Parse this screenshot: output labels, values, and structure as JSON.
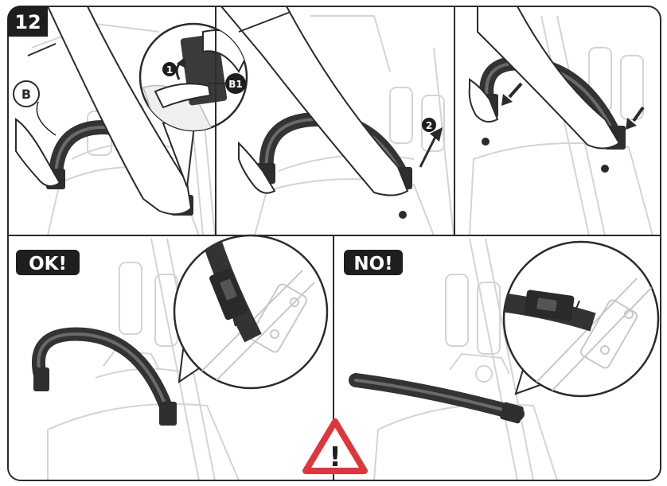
{
  "step_number": "12",
  "labels": {
    "part_b": "B",
    "part_b1": "B1",
    "step_one": "1",
    "step_two": "2",
    "ok": "OK!",
    "no": "NO!",
    "warning_mark": "!"
  },
  "colors": {
    "line": "#2b2b2b",
    "sketch": "#d2d2d2",
    "fill_light": "#efefef",
    "handle": "#3a3a3a",
    "badge": "#1e1e1e",
    "warning_red": "#e0353b"
  }
}
